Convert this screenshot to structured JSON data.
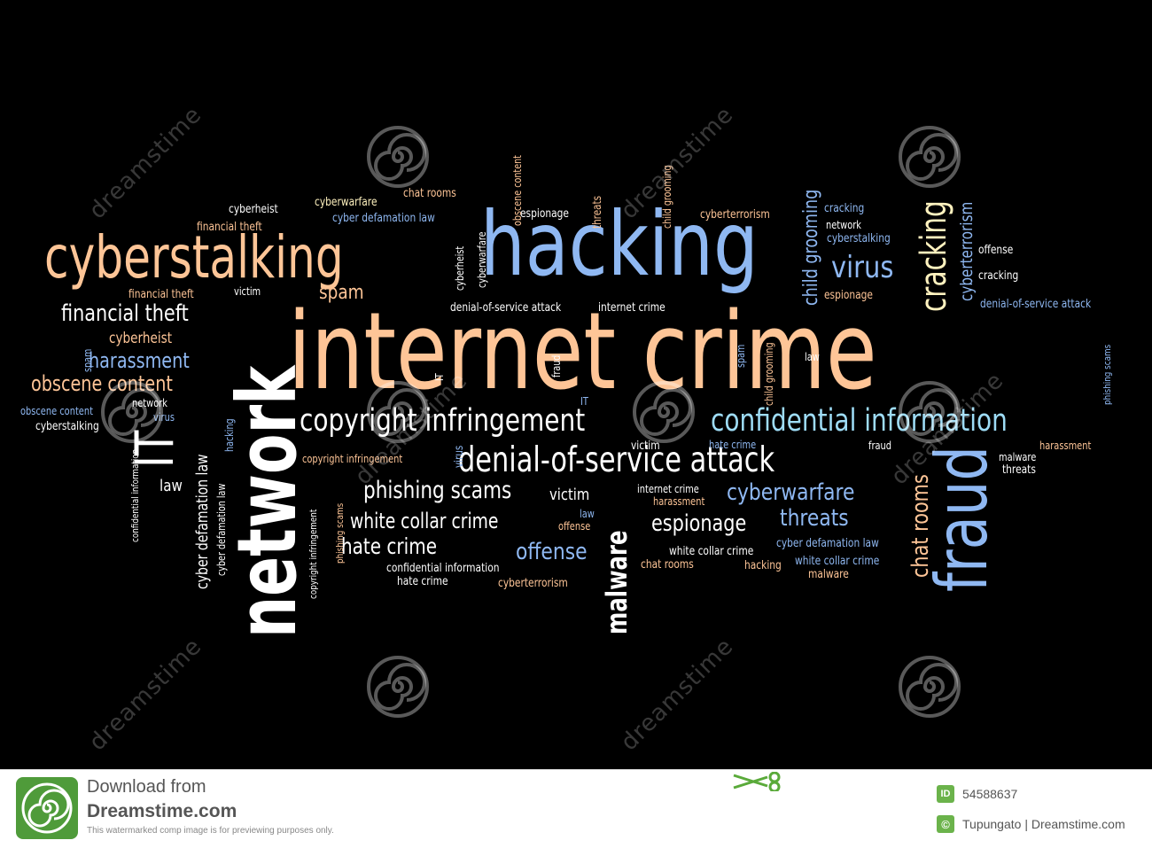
{
  "colors": {
    "peach": "#fec597",
    "blue": "#8fb8f2",
    "cyan": "#9edcf6",
    "white": "#ffffff",
    "cream": "#fff2bf",
    "logo_green": "#4f9b3a",
    "footer_text": "#555555"
  },
  "cloud_words": [
    {
      "text": "internet crime",
      "color": "peach"
    },
    {
      "text": "hacking",
      "color": "blue"
    },
    {
      "text": "cyberstalking",
      "color": "peach"
    },
    {
      "text": "network",
      "color": "white"
    },
    {
      "text": "fraud",
      "color": "blue"
    },
    {
      "text": "confidential information",
      "color": "cyan"
    },
    {
      "text": "copyright infringement",
      "color": "white"
    },
    {
      "text": "denial-of-service attack",
      "color": "white"
    },
    {
      "text": "cracking",
      "color": "cream"
    },
    {
      "text": "virus",
      "color": "blue"
    },
    {
      "text": "malware",
      "color": "white"
    },
    {
      "text": "IT",
      "color": "white"
    },
    {
      "text": "financial theft",
      "color": "white"
    },
    {
      "text": "obscene content",
      "color": "peach"
    },
    {
      "text": "harassment",
      "color": "blue"
    },
    {
      "text": "cyberheist",
      "color": "peach"
    },
    {
      "text": "phishing scams",
      "color": "white"
    },
    {
      "text": "white collar crime",
      "color": "white"
    },
    {
      "text": "hate crime",
      "color": "white"
    },
    {
      "text": "espionage",
      "color": "white"
    },
    {
      "text": "cyberwarfare",
      "color": "blue"
    },
    {
      "text": "threats",
      "color": "blue"
    },
    {
      "text": "offense",
      "color": "blue"
    },
    {
      "text": "chat rooms",
      "color": "peach"
    },
    {
      "text": "child grooming",
      "color": "blue"
    },
    {
      "text": "cyberterrorism",
      "color": "blue"
    },
    {
      "text": "victim",
      "color": "white"
    },
    {
      "text": "spam",
      "color": "peach"
    },
    {
      "text": "cyber defamation law",
      "color": "white"
    },
    {
      "text": "cyberheist",
      "color": "white"
    },
    {
      "text": "financial theft",
      "color": "peach"
    },
    {
      "text": "cyberwarfare",
      "color": "cream"
    },
    {
      "text": "cyber defamation law",
      "color": "blue"
    },
    {
      "text": "chat rooms",
      "color": "peach"
    },
    {
      "text": "espionage",
      "color": "white"
    },
    {
      "text": "obscene content",
      "color": "peach"
    },
    {
      "text": "threats",
      "color": "peach"
    },
    {
      "text": "child grooming",
      "color": "peach"
    },
    {
      "text": "cyberterrorism",
      "color": "peach"
    },
    {
      "text": "cracking",
      "color": "blue"
    },
    {
      "text": "network",
      "color": "white"
    },
    {
      "text": "cyberstalking",
      "color": "blue"
    },
    {
      "text": "offense",
      "color": "white"
    },
    {
      "text": "cracking",
      "color": "white"
    },
    {
      "text": "espionage",
      "color": "peach"
    },
    {
      "text": "denial-of-service attack",
      "color": "blue"
    },
    {
      "text": "financial theft",
      "color": "peach"
    },
    {
      "text": "victim",
      "color": "white"
    },
    {
      "text": "denial-of-service attack",
      "color": "white"
    },
    {
      "text": "internet crime",
      "color": "white"
    },
    {
      "text": "cyberheist",
      "color": "white"
    },
    {
      "text": "cyberwarfare",
      "color": "white"
    },
    {
      "text": "spam",
      "color": "blue"
    },
    {
      "text": "obscene content",
      "color": "blue"
    },
    {
      "text": "network",
      "color": "white"
    },
    {
      "text": "virus",
      "color": "blue"
    },
    {
      "text": "cyberstalking",
      "color": "white"
    },
    {
      "text": "law",
      "color": "white"
    },
    {
      "text": "confidential information",
      "color": "white"
    },
    {
      "text": "cyber defamation law",
      "color": "white"
    },
    {
      "text": "hacking",
      "color": "blue"
    },
    {
      "text": "copyright infringement",
      "color": "white"
    },
    {
      "text": "phishing scams",
      "color": "peach"
    },
    {
      "text": "IT",
      "color": "white"
    },
    {
      "text": "fraud",
      "color": "white"
    },
    {
      "text": "IT",
      "color": "blue"
    },
    {
      "text": "virus",
      "color": "blue"
    },
    {
      "text": "copyright infringement",
      "color": "peach"
    },
    {
      "text": "victim",
      "color": "white"
    },
    {
      "text": "law",
      "color": "blue"
    },
    {
      "text": "offense",
      "color": "peach"
    },
    {
      "text": "confidential information",
      "color": "white"
    },
    {
      "text": "hate crime",
      "color": "white"
    },
    {
      "text": "cyberterrorism",
      "color": "peach"
    },
    {
      "text": "spam",
      "color": "blue"
    },
    {
      "text": "child grooming",
      "color": "peach"
    },
    {
      "text": "law",
      "color": "white"
    },
    {
      "text": "hate crime",
      "color": "blue"
    },
    {
      "text": "fraud",
      "color": "white"
    },
    {
      "text": "internet crime",
      "color": "white"
    },
    {
      "text": "harassment",
      "color": "peach"
    },
    {
      "text": "white collar crime",
      "color": "white"
    },
    {
      "text": "chat rooms",
      "color": "peach"
    },
    {
      "text": "cyber defamation law",
      "color": "blue"
    },
    {
      "text": "hacking",
      "color": "peach"
    },
    {
      "text": "white collar crime",
      "color": "blue"
    },
    {
      "text": "malware",
      "color": "peach"
    },
    {
      "text": "harassment",
      "color": "peach"
    },
    {
      "text": "malware",
      "color": "white"
    },
    {
      "text": "threats",
      "color": "white"
    },
    {
      "text": "phishing scams",
      "color": "blue"
    }
  ],
  "watermark": {
    "text": "dreamstime"
  },
  "footer": {
    "download_line1": "Download from",
    "download_line2": "Dreamstime.com",
    "disclaimer": "This watermarked comp image is for previewing purposes only.",
    "id_badge": "ID",
    "image_id": "54588637",
    "copyright_badge": "©",
    "credit": "Tupungato | Dreamstime.com"
  }
}
